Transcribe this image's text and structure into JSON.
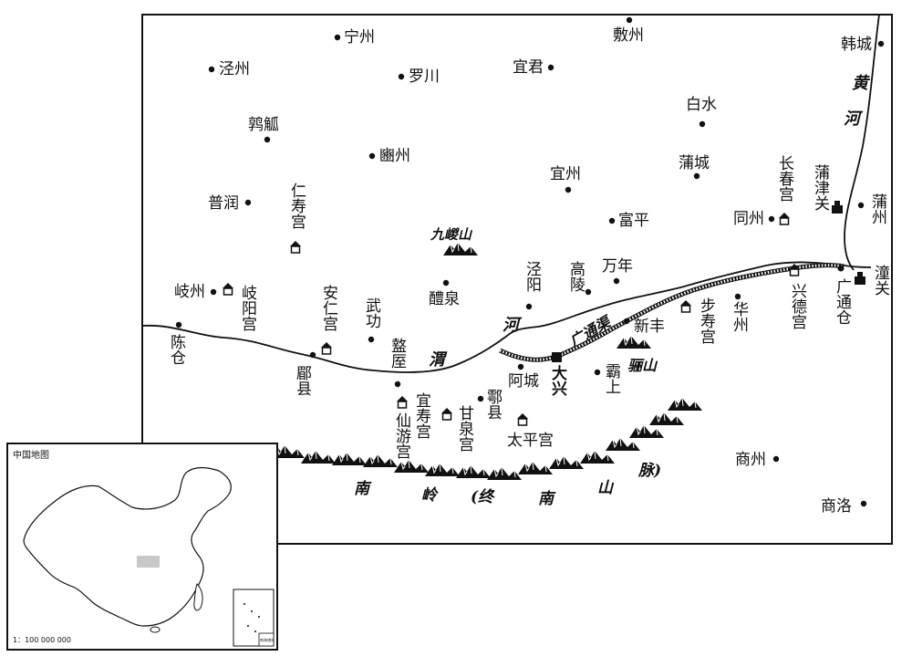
{
  "inset": {
    "title": "中国地图",
    "scale": "1：100 000 000",
    "south_sea_label": "南海诸岛"
  },
  "cities": [
    {
      "id": "ningzhou",
      "name": "宁州"
    },
    {
      "id": "fuzhou",
      "name": "敷州"
    },
    {
      "id": "hancheng",
      "name": "韩城"
    },
    {
      "id": "jingzhou",
      "name": "泾州"
    },
    {
      "id": "luochuan",
      "name": "罗川"
    },
    {
      "id": "yijun",
      "name": "宜君"
    },
    {
      "id": "baishui",
      "name": "白水"
    },
    {
      "id": "chunhu",
      "name": "鹑觚"
    },
    {
      "id": "binzhou",
      "name": "豳州"
    },
    {
      "id": "yizhou",
      "name": "宜州"
    },
    {
      "id": "pucheng",
      "name": "蒲城"
    },
    {
      "id": "purun",
      "name": "普润"
    },
    {
      "id": "fuping",
      "name": "富平"
    },
    {
      "id": "tongzhou",
      "name": "同州"
    },
    {
      "id": "puzhou",
      "name": "蒲州"
    },
    {
      "id": "qizhou",
      "name": "岐州"
    },
    {
      "id": "liquan",
      "name": "醴泉"
    },
    {
      "id": "jingyang",
      "name": "泾阳"
    },
    {
      "id": "gaoling",
      "name": "高陵"
    },
    {
      "id": "wannian",
      "name": "万年"
    },
    {
      "id": "wugong",
      "name": "武功"
    },
    {
      "id": "huazhou",
      "name": "华州"
    },
    {
      "id": "xinfeng",
      "name": "新丰"
    },
    {
      "id": "chencang",
      "name": "陈仓"
    },
    {
      "id": "meixian",
      "name": "郿县"
    },
    {
      "id": "zhouzhi",
      "name": "盩厔"
    },
    {
      "id": "acheng",
      "name": "阿城"
    },
    {
      "id": "bashang",
      "name": "霸上"
    },
    {
      "id": "huxian",
      "name": "鄠县"
    },
    {
      "id": "shangzhou",
      "name": "商州"
    },
    {
      "id": "shangluo",
      "name": "商洛"
    }
  ],
  "capital": {
    "name": "大兴"
  },
  "forts": [
    {
      "id": "pujinguan",
      "name": "蒲津关"
    },
    {
      "id": "tongguan",
      "name": "潼关"
    }
  ],
  "granary": {
    "name": "广通仓"
  },
  "palaces": [
    {
      "id": "changchun",
      "name": "长春宫"
    },
    {
      "id": "renshou",
      "name": "仁寿宫"
    },
    {
      "id": "qiyang",
      "name": "岐阳宫"
    },
    {
      "id": "anren",
      "name": "安仁宫"
    },
    {
      "id": "bushou",
      "name": "步寿宫"
    },
    {
      "id": "xingde",
      "name": "兴德宫"
    },
    {
      "id": "yishou",
      "name": "宜寿宫"
    },
    {
      "id": "xianyou",
      "name": "仙游宫"
    },
    {
      "id": "ganquan",
      "name": "甘泉宫"
    },
    {
      "id": "taiping",
      "name": "太平宫"
    }
  ],
  "features": {
    "jiuzong": "九嵕山",
    "lishan": "骊山",
    "canal": "广通渠",
    "weihe_a": "渭",
    "weihe_b": "河",
    "yellow_a": "黄",
    "yellow_b": "河",
    "nanling": [
      "南",
      "岭",
      "(终",
      "南",
      "山",
      "脉)"
    ]
  }
}
